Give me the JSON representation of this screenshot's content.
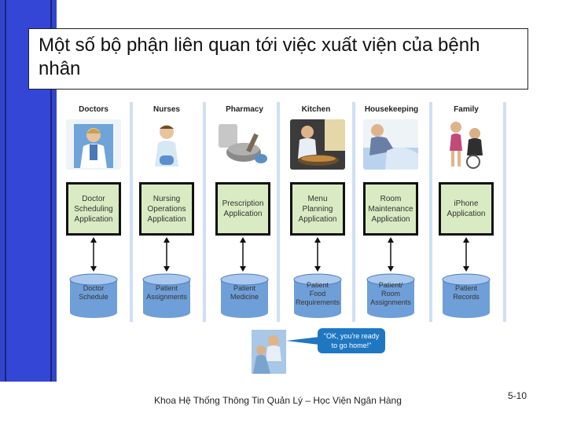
{
  "title": "Một số bộ phận liên quan tới việc xuất viện của bệnh nhân",
  "columns": [
    {
      "header": "Doctors",
      "app": [
        "Doctor",
        "Scheduling",
        "Application"
      ],
      "db": [
        "Doctor",
        "Schedule"
      ]
    },
    {
      "header": "Nurses",
      "app": [
        "Nursing",
        "Operations",
        "Application"
      ],
      "db": [
        "Patient",
        "Assignments"
      ]
    },
    {
      "header": "Pharmacy",
      "app": [
        "Prescription",
        "Application"
      ],
      "db": [
        "Patient",
        "Medicine"
      ]
    },
    {
      "header": "Kitchen",
      "app": [
        "Menu",
        "Planning",
        "Application"
      ],
      "db": [
        "Patient",
        "Food",
        "Requirements"
      ]
    },
    {
      "header": "Housekeeping",
      "app": [
        "Room",
        "Maintenance",
        "Application"
      ],
      "db": [
        "Patient/",
        "Room",
        "Assignments"
      ]
    },
    {
      "header": "Family",
      "app": [
        "iPhone",
        "Application"
      ],
      "db": [
        "Patient",
        "Records"
      ]
    }
  ],
  "bubble": {
    "line1": "\"OK, you're ready",
    "line2": "to go home!\""
  },
  "footer": "Khoa Hệ Thống Thông Tin Quản Lý – Học Viện Ngân Hàng",
  "page_number": "5-10",
  "colors": {
    "accent_bar": "#3344cc",
    "app_fill": "#d9ebc2",
    "db_fill": "#6f9fd8",
    "bubble": "#1f77c2"
  }
}
